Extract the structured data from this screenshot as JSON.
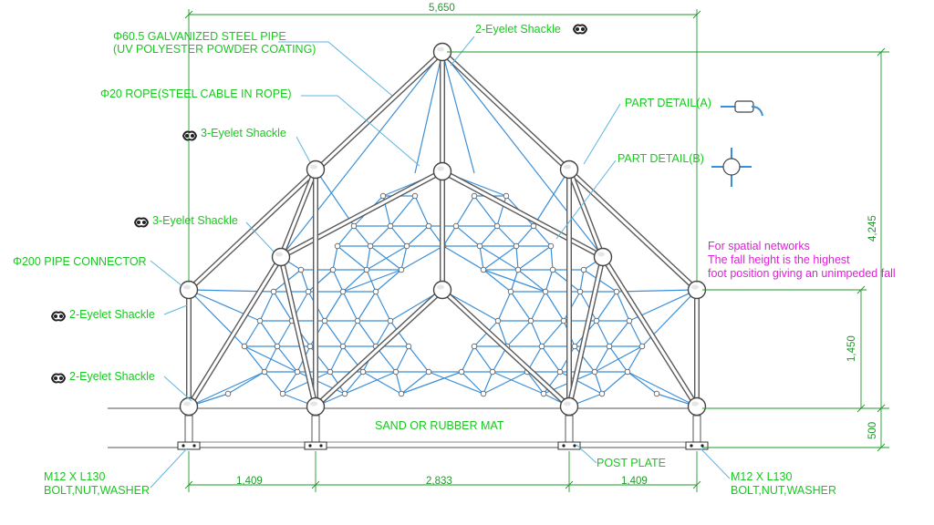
{
  "colors": {
    "frame": "#5a5a5a",
    "rope": "#3b8fd8",
    "label": "#16c91d",
    "leader": "#5fb5e0",
    "dimension": "#1f9a2a",
    "note": "#e020d8"
  },
  "labels": {
    "pipe": [
      "Φ60.5 GALVANIZED STEEL PIPE",
      "(UV POLYESTER POWDER COATING)"
    ],
    "rope": "Φ20 ROPE(STEEL CABLE IN ROPE)",
    "shackle_top": "2-Eyelet Shackle",
    "shackle_3a": "3-Eyelet Shackle",
    "shackle_3b": "3-Eyelet Shackle",
    "pipe_connector": "Φ200 PIPE CONNECTOR",
    "shackle_2a": "2-Eyelet Shackle",
    "shackle_2b": "2-Eyelet Shackle",
    "detail_a": "PART DETAIL(A)",
    "detail_b": "PART DETAIL(B)",
    "ground": "SAND OR RUBBER MAT",
    "post_plate": "POST PLATE",
    "bolt_left": [
      "M12 X L130",
      "BOLT,NUT,WASHER"
    ],
    "bolt_right": [
      "M12 X L130",
      "BOLT,NUT,WASHER"
    ]
  },
  "note": [
    "For spatial networks",
    "The fall height is the highest",
    "foot position giving an unimpeded fall"
  ],
  "dimensions": {
    "overall_width": "5,650",
    "left_span": "1,409",
    "middle_span": "2,833",
    "right_span": "1,409",
    "overall_height": "4,245",
    "fall_height": "1,450",
    "foundation": "500"
  },
  "icons": [
    "shackle-icon",
    "pipe-connector-icon",
    "cross-connector-icon"
  ]
}
